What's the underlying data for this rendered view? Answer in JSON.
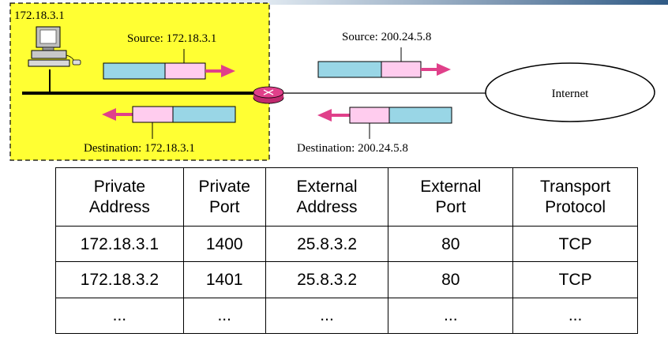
{
  "diagram": {
    "host_address": "172.18.3.1",
    "outbound_private": {
      "label": "Source: 172.18.3.1"
    },
    "outbound_public": {
      "label": "Source: 200.24.5.8"
    },
    "inbound_private": {
      "label": "Destination: 172.18.3.1"
    },
    "inbound_public": {
      "label": "Destination: 200.24.5.8"
    },
    "internet_label": "Internet",
    "colors": {
      "private_network": "#ffff33",
      "packet_header": "#ffccee",
      "packet_payload": "#99d6e6",
      "arrow": "#e0408a",
      "router": "#e0408a"
    }
  },
  "table": {
    "headers": [
      [
        "Private",
        "Address"
      ],
      [
        "Private",
        "Port"
      ],
      [
        "External",
        "Address"
      ],
      [
        "External",
        "Port"
      ],
      [
        "Transport",
        "Protocol"
      ]
    ],
    "rows": [
      [
        "172.18.3.1",
        "1400",
        "25.8.3.2",
        "80",
        "TCP"
      ],
      [
        "172.18.3.2",
        "1401",
        "25.8.3.2",
        "80",
        "TCP"
      ],
      [
        "...",
        "...",
        "...",
        "...",
        "..."
      ]
    ]
  }
}
